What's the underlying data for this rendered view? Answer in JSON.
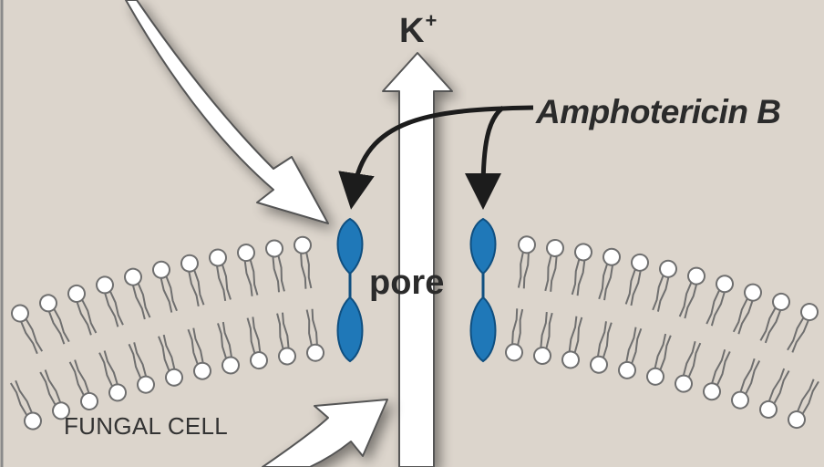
{
  "diagram": {
    "ion_label": "K",
    "ion_charge": "+",
    "drug_label": "Amphotericin B",
    "pore_label": "pore",
    "region_label": "FUNGAL CELL",
    "colors": {
      "background": "#dcd5cc",
      "membrane_outline": "#6f6f6f",
      "lipid_head_fill": "#ffffff",
      "drug_molecule": "#1f78b8",
      "arrow_fill": "#ffffff",
      "arrow_outline": "#555555",
      "pointer_arrows": "#1c1c1c",
      "text": "#2b2b2b"
    }
  }
}
